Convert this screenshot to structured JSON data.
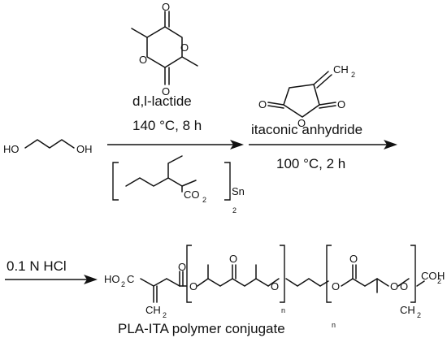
{
  "reagents": {
    "lactide_name": "d,l-lactide",
    "step1_conditions": "140 °C,  8 h",
    "anhydride_name": "itaconic anhydride",
    "step2_conditions": "100 °C,  2 h",
    "step3_reagent": "0.1 N HCl",
    "product_name": "PLA-ITA polymer conjugate"
  },
  "atoms": {
    "O": "O",
    "HO": "HO",
    "OH": "OH",
    "CH": "CH",
    "two": "2",
    "CO": "CO",
    "Sn": "Sn",
    "HO2C": "HO",
    "C": "C",
    "H": "H",
    "n": "n"
  }
}
